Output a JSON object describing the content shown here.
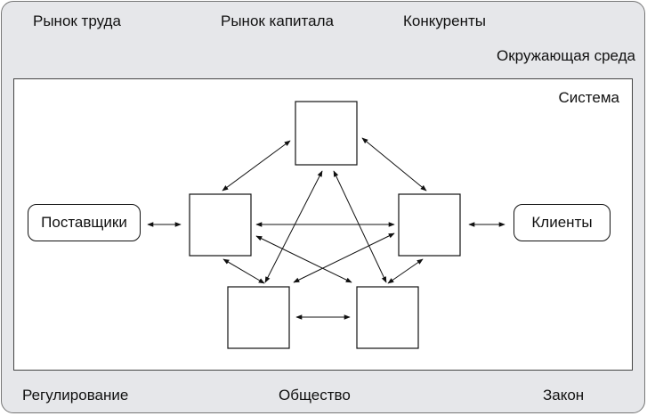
{
  "environment": {
    "top_labels": [
      "Рынок труда",
      "Рынок капитала",
      "Конкуренты"
    ],
    "title": "Окружающая среда",
    "bottom_labels": [
      "Регулирование",
      "Общество",
      "Закон"
    ]
  },
  "system": {
    "title": "Система",
    "suppliers_label": "Поставщики",
    "clients_label": "Клиенты",
    "internal_boxes": [
      "top",
      "left",
      "right",
      "bottom-left",
      "bottom-right"
    ]
  }
}
